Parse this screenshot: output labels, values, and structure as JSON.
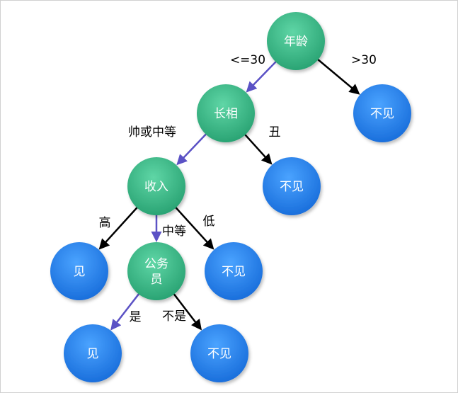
{
  "colors": {
    "decision_node": "#3cb98a",
    "leaf_node": "#2a85ef",
    "highlight_edge": "#5b52c5",
    "edge": "#000000"
  },
  "nodes": {
    "age": {
      "label": [
        "年龄"
      ],
      "kind": "decision"
    },
    "looks": {
      "label": [
        "长相"
      ],
      "kind": "decision"
    },
    "no_meet_age": {
      "label": [
        "不见"
      ],
      "kind": "leaf"
    },
    "income": {
      "label": [
        "收入"
      ],
      "kind": "decision"
    },
    "no_meet_looks": {
      "label": [
        "不见"
      ],
      "kind": "leaf"
    },
    "meet_high": {
      "label": [
        "见"
      ],
      "kind": "leaf"
    },
    "civil_servant": {
      "label": [
        "公务",
        "员"
      ],
      "kind": "decision"
    },
    "no_meet_low": {
      "label": [
        "不见"
      ],
      "kind": "leaf"
    },
    "meet_yes": {
      "label": [
        "见"
      ],
      "kind": "leaf"
    },
    "no_meet_no": {
      "label": [
        "不见"
      ],
      "kind": "leaf"
    }
  },
  "edges": [
    {
      "from": "age",
      "to": "looks",
      "label": "<=30",
      "highlight": true
    },
    {
      "from": "age",
      "to": "no_meet_age",
      "label": ">30",
      "highlight": false
    },
    {
      "from": "looks",
      "to": "income",
      "label": "帅或中等",
      "highlight": true
    },
    {
      "from": "looks",
      "to": "no_meet_looks",
      "label": "丑",
      "highlight": false
    },
    {
      "from": "income",
      "to": "meet_high",
      "label": "高",
      "highlight": false
    },
    {
      "from": "income",
      "to": "civil_servant",
      "label": "中等",
      "highlight": true
    },
    {
      "from": "income",
      "to": "no_meet_low",
      "label": "低",
      "highlight": false
    },
    {
      "from": "civil_servant",
      "to": "meet_yes",
      "label": "是",
      "highlight": true
    },
    {
      "from": "civil_servant",
      "to": "no_meet_no",
      "label": "不是",
      "highlight": false
    }
  ]
}
